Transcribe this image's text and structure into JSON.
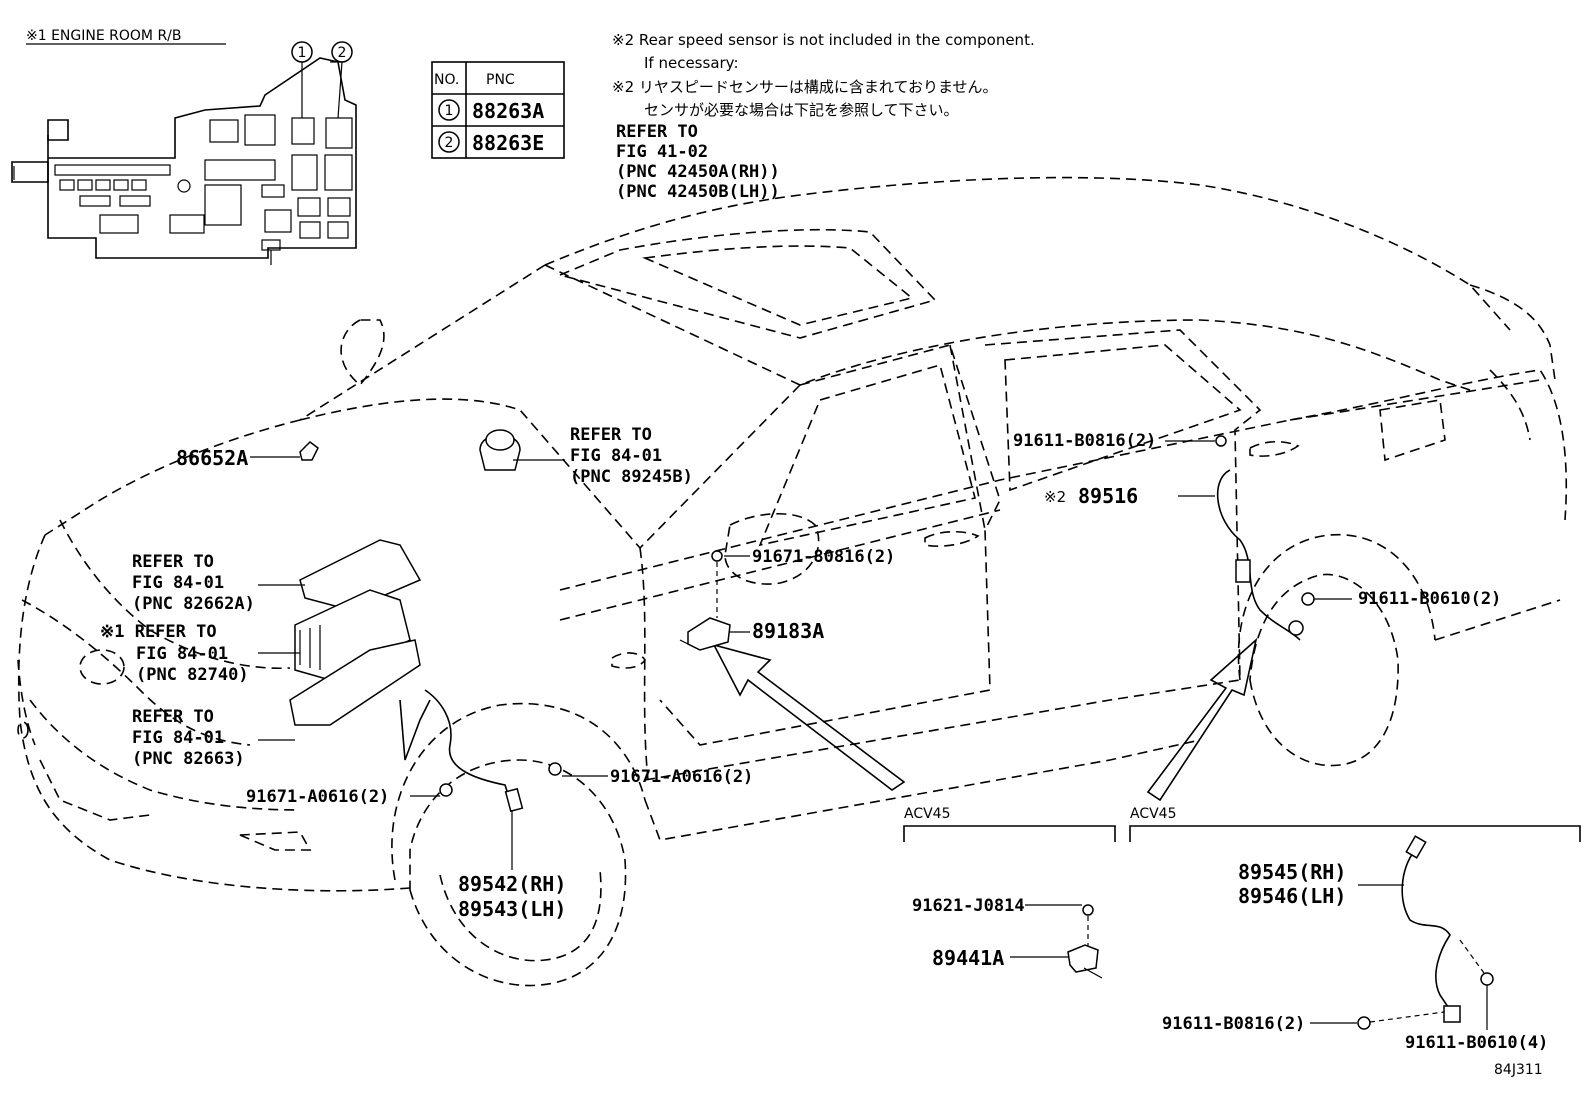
{
  "engine_room_title": "※1 ENGINE ROOM R/B",
  "pnc_table": {
    "header_no": "NO.",
    "header_pnc": "PNC",
    "rows": [
      {
        "no": "1",
        "pnc": "88263A"
      },
      {
        "no": "2",
        "pnc": "88263E"
      }
    ]
  },
  "callouts": {
    "box_1": "1",
    "box_2": "2"
  },
  "notes": {
    "line1": "※2 Rear speed sensor is not included in the component.",
    "line2": "If necessary:",
    "line3": "※2 リヤスピードセンサーは構成に含まれておりません。",
    "line4": "センサが必要な場合は下記を参照して下さい。",
    "ref1": "REFER TO",
    "ref2": "FIG 41-02",
    "ref3": "(PNC 42450A(RH))",
    "ref4": "(PNC 42450B(LH))"
  },
  "labels": {
    "p86652A": "86652A",
    "ref_a1": "REFER TO",
    "ref_a2": "FIG 84-01",
    "ref_a3": "(PNC 89245B)",
    "ref_b1": "REFER TO",
    "ref_b2": "FIG 84-01",
    "ref_b3": "(PNC 82662A)",
    "ref_c1": "※1 REFER TO",
    "ref_c2": "FIG 84-01",
    "ref_c3": "(PNC 82740)",
    "ref_d1": "REFER TO",
    "ref_d2": "FIG 84-01",
    "ref_d3": "(PNC 82663)",
    "bolt_left": "91671-A0616(2)",
    "bolt_center": "91671-A0616(2)",
    "p89542": "89542(RH)",
    "p89543": "89543(LH)",
    "bolt_80816": "91671-80816(2)",
    "p89183A": "89183A",
    "bolt_b0816_top": "91611-B0816(2)",
    "p89516_mark": "※2",
    "p89516": "89516",
    "bolt_b0610": "91611-B0610(2)",
    "acv_left": "ACV45",
    "acv_right": "ACV45",
    "bolt_j0814": "91621-J0814",
    "p89441A": "89441A",
    "p89545": "89545(RH)",
    "p89546": "89546(LH)",
    "bolt_b0816_bot": "91611-B0816(2)",
    "bolt_b0610_4": "91611-B0610(4)",
    "fig_code": "84J311"
  }
}
